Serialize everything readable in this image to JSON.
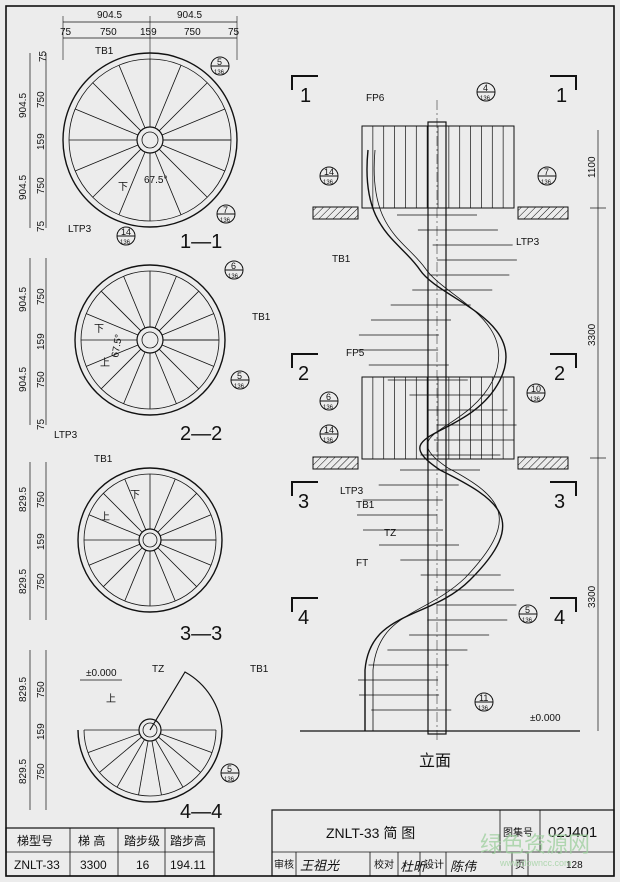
{
  "plans": {
    "p1": {
      "section": "1—1",
      "dims_top": [
        "904.5",
        "904.5"
      ],
      "dims_top_sub": [
        "75",
        "750",
        "159",
        "750",
        "75"
      ],
      "dims_left": [
        "75",
        "904.5",
        "750",
        "159",
        "904.5",
        "750",
        "75"
      ],
      "labels": [
        "TB1",
        "LTP3",
        "下",
        "67.5°"
      ],
      "callouts": [
        {
          "num": "5",
          "sheet": "136"
        },
        {
          "num": "7",
          "sheet": "136"
        },
        {
          "num": "14",
          "sheet": "136"
        }
      ]
    },
    "p2": {
      "section": "2—2",
      "dims_left": [
        "904.5",
        "750",
        "159",
        "904.5",
        "750",
        "75"
      ],
      "labels": [
        "TB1",
        "LTP3",
        "下",
        "上",
        "67.5°"
      ],
      "callouts": [
        {
          "num": "6",
          "sheet": "136"
        },
        {
          "num": "5",
          "sheet": "136"
        }
      ]
    },
    "p3": {
      "section": "3—3",
      "dims_left": [
        "829.5",
        "750",
        "159",
        "829.5",
        "750"
      ],
      "labels": [
        "TB1",
        "下",
        "上"
      ]
    },
    "p4": {
      "section": "4—4",
      "dims_left": [
        "829.5",
        "750",
        "159",
        "829.5",
        "750"
      ],
      "labels": [
        "±0.000",
        "TZ",
        "TB1",
        "上"
      ],
      "callouts": [
        {
          "num": "5",
          "sheet": "136"
        }
      ]
    }
  },
  "elevation": {
    "title": "立面",
    "section_marks": [
      "1",
      "1",
      "2",
      "2",
      "3",
      "3",
      "4",
      "4"
    ],
    "labels": [
      "FP6",
      "TB1",
      "LTP3",
      "FP5",
      "LTP3",
      "TB1",
      "TZ",
      "FT",
      "±0.000"
    ],
    "dims_right": [
      "1100",
      "3300",
      "3300"
    ],
    "callouts": [
      {
        "num": "4",
        "sheet": "136"
      },
      {
        "num": "14",
        "sheet": "136"
      },
      {
        "num": "7",
        "sheet": "136"
      },
      {
        "num": "6",
        "sheet": "136"
      },
      {
        "num": "14",
        "sheet": "136"
      },
      {
        "num": "10",
        "sheet": "136"
      },
      {
        "num": "5",
        "sheet": "136"
      },
      {
        "num": "11",
        "sheet": "136"
      }
    ]
  },
  "spec_table": {
    "headers": [
      "梯型号",
      "梯 高",
      "踏步级",
      "踏步高"
    ],
    "row": [
      "ZNLT-33",
      "3300",
      "16",
      "194.11"
    ]
  },
  "title_block": {
    "drawing_title": "ZNLT-33  简  图",
    "atlas_label": "图集号",
    "atlas_no": "02J401",
    "review_label": "审核",
    "check_label": "校对",
    "design_label": "设计",
    "page_label": "页",
    "page_no": "128",
    "reviewer_sig": "王祖光",
    "checker_sig": "杜昕",
    "designer_sig": "陈伟"
  },
  "watermark": {
    "text": "绿色资源网",
    "url": "www.downcc.com"
  },
  "colors": {
    "ink": "#111111",
    "paper": "#ececec",
    "watermark": "#9ccf9c"
  }
}
